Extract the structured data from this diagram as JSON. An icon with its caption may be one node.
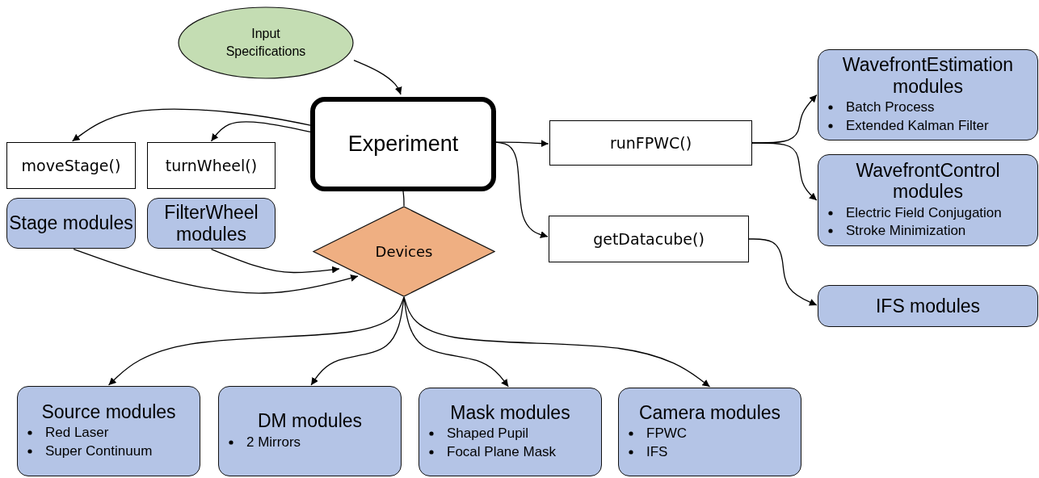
{
  "diagram": {
    "nodes": [
      {
        "text": [
          "Input Specifications"
        ]
      },
      {
        "text": [
          "Experiment"
        ]
      },
      {
        "text": [
          "moveStage()"
        ]
      },
      {
        "text": [
          "turnWheel()"
        ]
      },
      {
        "text": [
          "Stage modules"
        ]
      },
      {
        "text": [
          "FilterWheel modules"
        ]
      },
      {
        "text": [
          "Devices"
        ]
      },
      {
        "text": [
          "runFPWC()"
        ]
      },
      {
        "text": [
          "getDatacube()"
        ]
      },
      {
        "text": [
          "WavefrontEstimation modules",
          "Batch Process",
          "Extended Kalman Filter"
        ]
      },
      {
        "text": [
          "WavefrontControl modules",
          "Electric Field Conjugation",
          "Stroke Minimization"
        ]
      },
      {
        "text": [
          "IFS modules"
        ]
      },
      {
        "text": [
          "Source modules",
          "Red Laser",
          "Super Continuum"
        ]
      },
      {
        "text": [
          "DM modules",
          "2 Mirrors"
        ]
      },
      {
        "text": [
          "Mask modules",
          "Shaped Pupil",
          "Focal Plane Mask"
        ]
      },
      {
        "text": [
          "Camera modules",
          "FPWC",
          "IFS"
        ]
      }
    ],
    "edges": [
      {
        "from": 0,
        "to": 1,
        "arrow": "to"
      },
      {
        "from": 1,
        "to": 2,
        "arrow": "to"
      },
      {
        "from": 1,
        "to": 3,
        "arrow": "to"
      },
      {
        "from": 1,
        "to": 6,
        "arrow": "none"
      },
      {
        "from": 4,
        "to": 6,
        "arrow": "to"
      },
      {
        "from": 5,
        "to": 6,
        "arrow": "to"
      },
      {
        "from": 1,
        "to": 7,
        "arrow": "to"
      },
      {
        "from": 1,
        "to": 8,
        "arrow": "to"
      },
      {
        "from": 7,
        "to": 9,
        "arrow": "to"
      },
      {
        "from": 7,
        "to": 10,
        "arrow": "to"
      },
      {
        "from": 8,
        "to": 11,
        "arrow": "to"
      },
      {
        "from": 6,
        "to": 12,
        "arrow": "to"
      },
      {
        "from": 6,
        "to": 13,
        "arrow": "to"
      },
      {
        "from": 6,
        "to": 14,
        "arrow": "to"
      },
      {
        "from": 6,
        "to": 15,
        "arrow": "to"
      }
    ]
  }
}
